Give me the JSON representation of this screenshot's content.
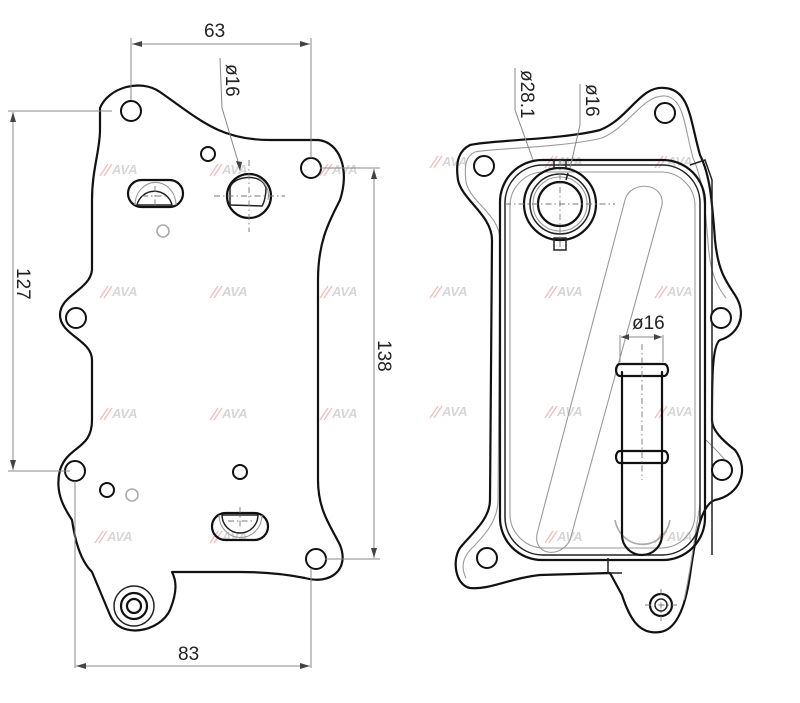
{
  "drawing": {
    "subject": "Oil cooler technical drawing",
    "views": [
      {
        "name": "front-view",
        "dimensions": {
          "top_width": "63",
          "port_diameter": "ø16",
          "left_height": "127",
          "right_height": "138",
          "bottom_width": "83"
        }
      },
      {
        "name": "rear-view",
        "dimensions": {
          "outer_port_diameter": "ø28.1",
          "inner_port_diameter": "ø16",
          "pipe_diameter": "ø16"
        }
      }
    ],
    "watermark": "AVA",
    "colors": {
      "line": "#111111",
      "dimension_line": "#888888",
      "watermark": "#d6d6d6",
      "watermark_accent": "#f0c0c0"
    }
  }
}
